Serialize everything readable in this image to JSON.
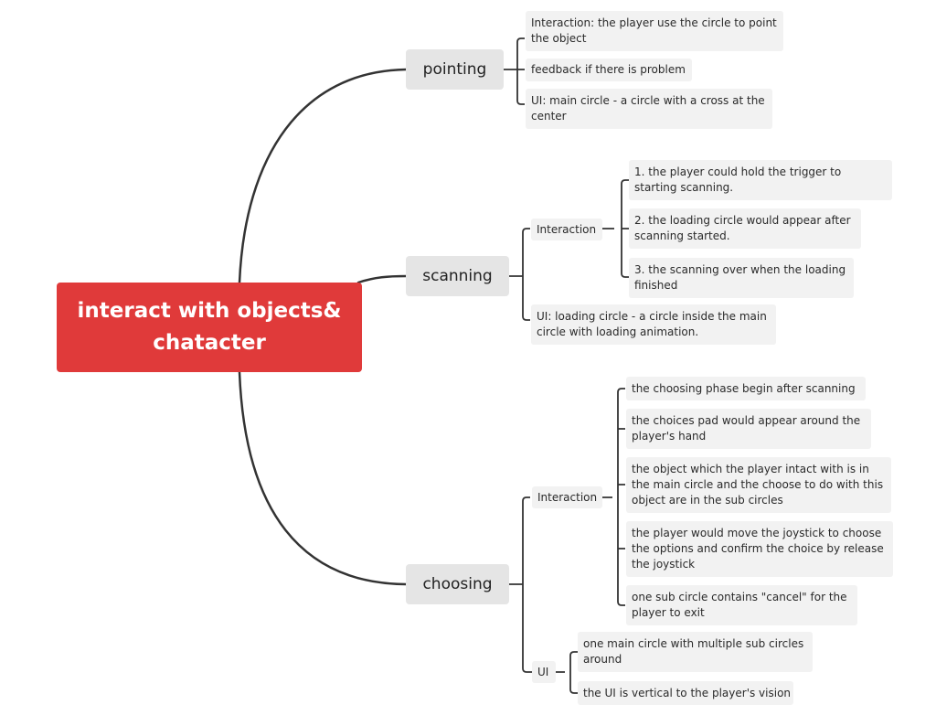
{
  "central_topic": "interact with objects& chatacter",
  "colors": {
    "central_fill": "#e03a3a",
    "branch_fill": "#e5e5e5",
    "leaf_fill": "#f2f2f2",
    "line": "#333333"
  },
  "branches": [
    {
      "label": "pointing",
      "children": [
        "Interaction: the player use the circle to point the object",
        "feedback if there is problem",
        "UI: main circle - a circle with a cross at the center"
      ]
    },
    {
      "label": "scanning",
      "subgroups": [
        {
          "label": "Interaction",
          "children": [
            "1. the player could hold the trigger to starting scanning.",
            "2. the loading circle would appear after scanning started.",
            "3. the scanning over when the loading finished"
          ]
        }
      ],
      "children": [
        "UI: loading circle - a circle inside the main circle with loading animation."
      ]
    },
    {
      "label": "choosing",
      "subgroups": [
        {
          "label": "Interaction",
          "children": [
            "the choosing phase  begin after scanning",
            "the choices pad would appear around the player's hand",
            "the object which the player intact with is in the main circle and the choose to do with this object are in the sub circles",
            "the player would move the joystick to choose the options and confirm the choice by release the joystick",
            "one sub circle contains \"cancel\" for the player to exit"
          ]
        },
        {
          "label": "UI",
          "children": [
            "one main circle with multiple sub circles around",
            "the UI is vertical to the player's vision"
          ]
        }
      ]
    }
  ]
}
